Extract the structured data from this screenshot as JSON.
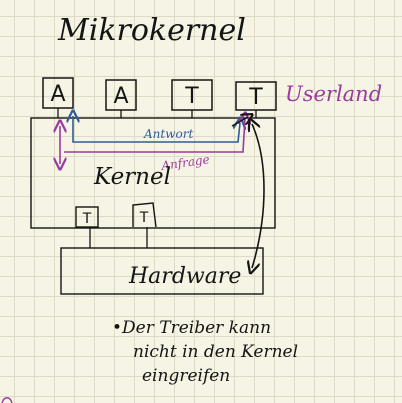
{
  "title": "Mikrokernel",
  "userland_label": "Userland",
  "processes": [
    "A",
    "A",
    "T",
    "T"
  ],
  "kernel_label": "Kernel",
  "arrow_labels": {
    "antwort": "Antwort",
    "anfrage": "Anfrage"
  },
  "drivers": [
    "T",
    "T"
  ],
  "hardware_label": "Hardware",
  "note_lines": [
    "•Der Treiber kann",
    "nicht in den Kernel",
    "eingreifen"
  ],
  "colors": {
    "ink": "#151515",
    "purple": "#9a3aa0",
    "blue": "#2f5c9a"
  }
}
